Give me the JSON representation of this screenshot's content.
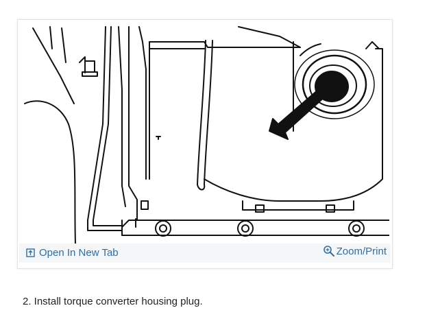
{
  "figure": {
    "open_tab_label": "Open In New Tab",
    "zoom_print_label": "Zoom/Print",
    "link_color": "#2d6ea6"
  },
  "caption": {
    "text": "2. Install torque converter housing plug."
  }
}
